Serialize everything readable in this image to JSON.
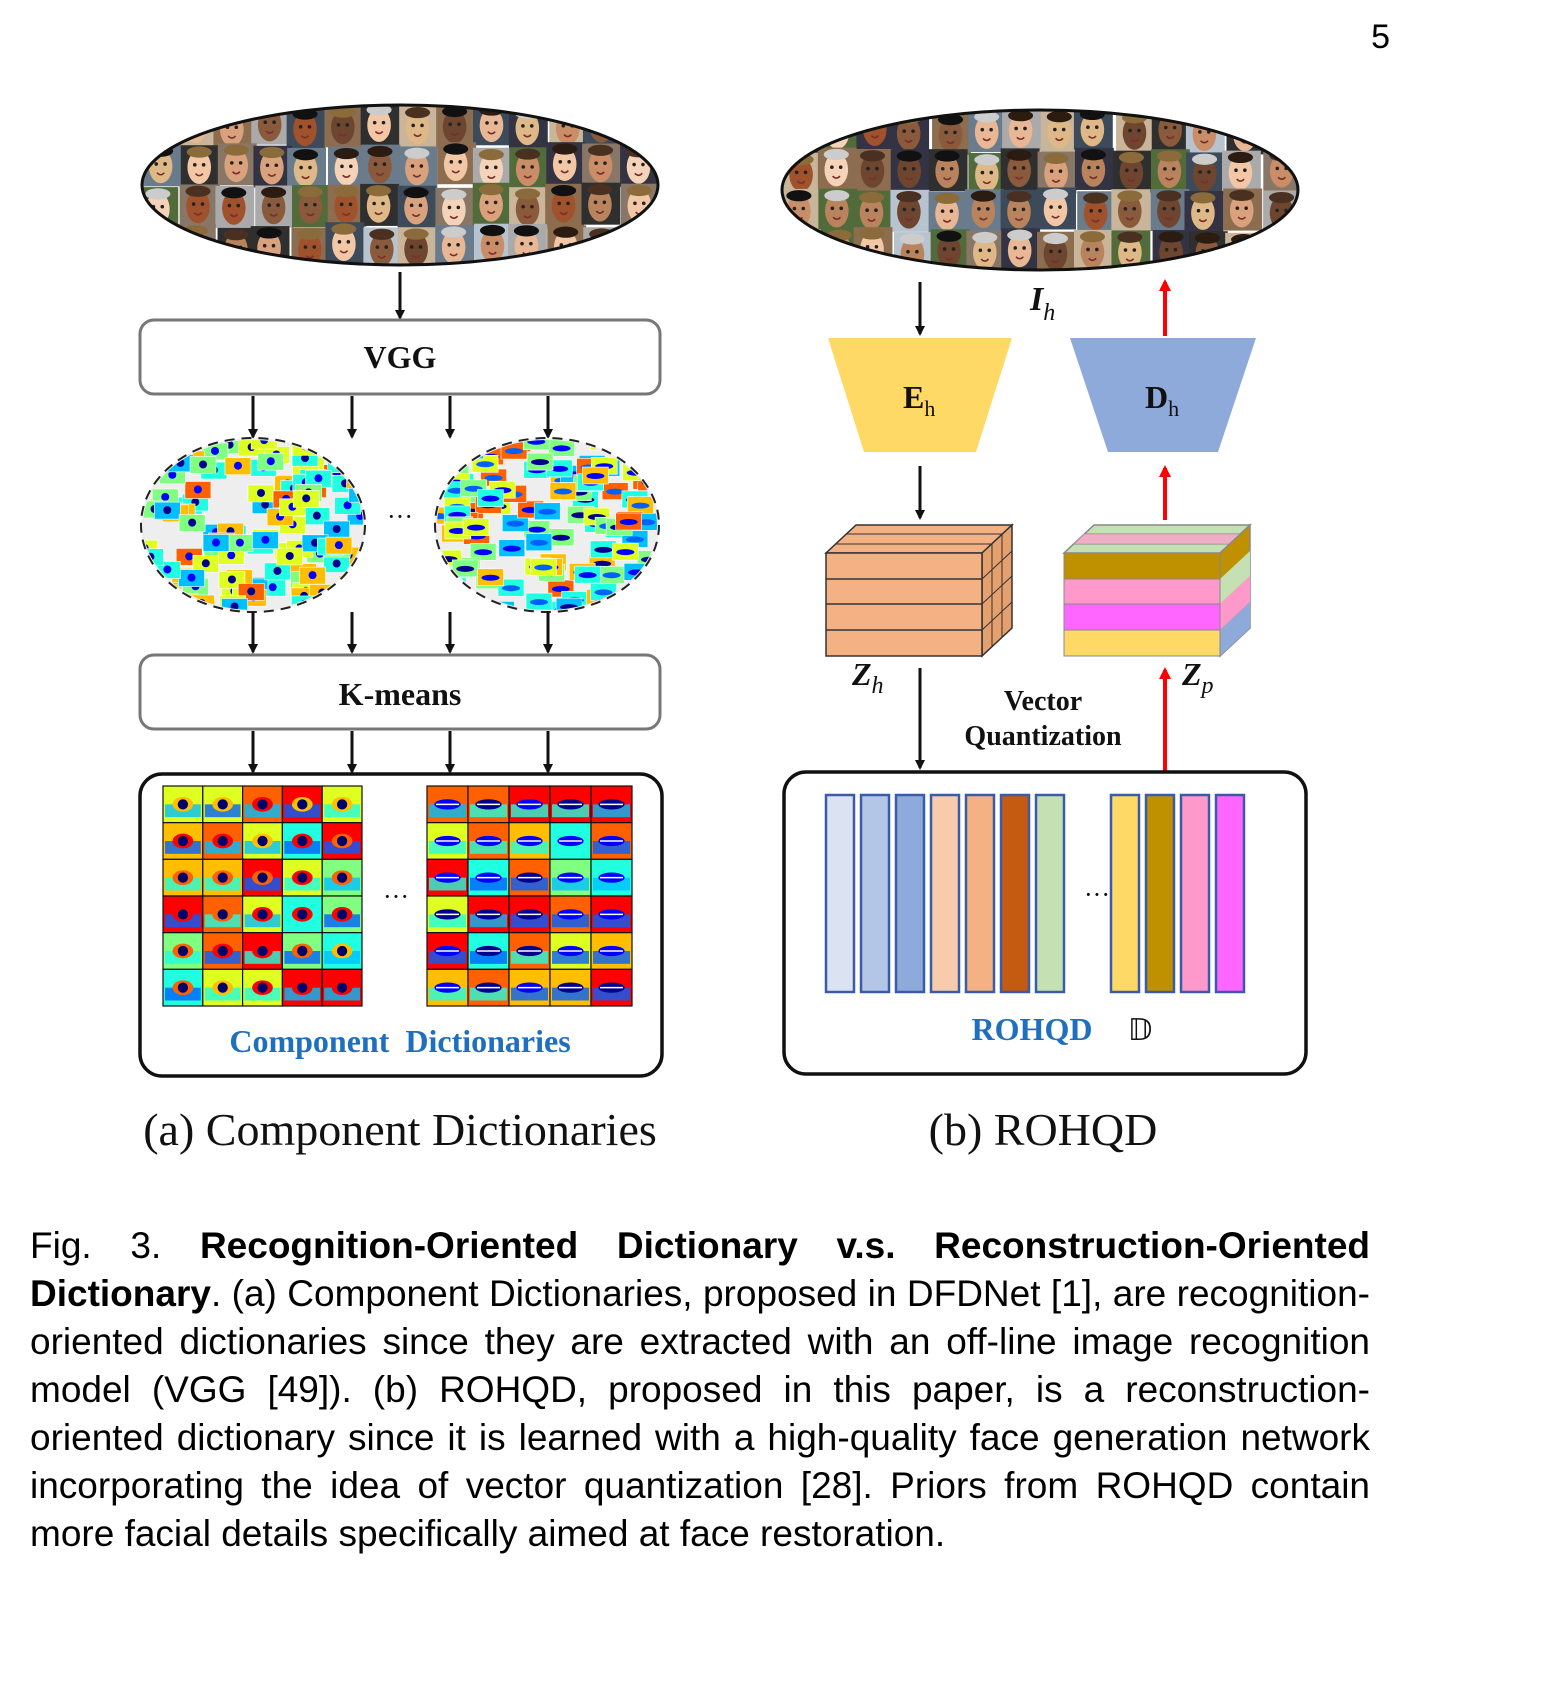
{
  "page_number": "5",
  "panel_a": {
    "vgg_label": "VGG",
    "ellipsis": "···",
    "kmeans_label": "K-means",
    "dictionary_label": "Component  Dictionaries",
    "subtitle": "(a) Component Dictionaries"
  },
  "panel_b": {
    "image_label": "I",
    "image_subscript": "h",
    "encoder_label": "E",
    "encoder_subscript": "h",
    "decoder_label": "D",
    "decoder_subscript": "h",
    "z_h_label": "Z",
    "z_h_subscript": "h",
    "z_p_label": "Z",
    "z_p_subscript": "p",
    "vq_line1": "Vector",
    "vq_line2": "Quantization",
    "codebook_ellipsis": "···",
    "codebook_label": "ROHQD",
    "codebook_symbol": "𝔻",
    "subtitle": "(b) ROHQD",
    "codebook_colors": [
      "#dbe3f2",
      "#b4c6e7",
      "#8eaadb",
      "#f8cbad",
      "#f4b183",
      "#c55a11",
      "#c5e0b3",
      "#ffd966",
      "#bf9000",
      "#ff99cc",
      "#ff66ff"
    ]
  },
  "colors": {
    "accent_blue": "#1f6fbf",
    "encoder_fill": "#ffd966",
    "decoder_fill": "#8eaadb",
    "arrow_red": "#ff0000",
    "zh_fill": "#f4b183"
  },
  "caption": {
    "fig_label": "Fig. 3.",
    "title": "Recognition-Oriented Dictionary v.s. Reconstruction-Oriented Dictionary",
    "body": ". (a) Component Dictionaries, proposed in DFDNet [1], are recognition-oriented dictionaries since they are extracted with an off-line image recognition model (VGG [49]). (b) ROHQD, proposed in this paper, is a reconstruction-oriented dictionary since it is learned with a high-quality face generation network incorporating the idea of vector quantization [28]. Priors from ROHQD contain more facial details specifically aimed at face restoration."
  }
}
